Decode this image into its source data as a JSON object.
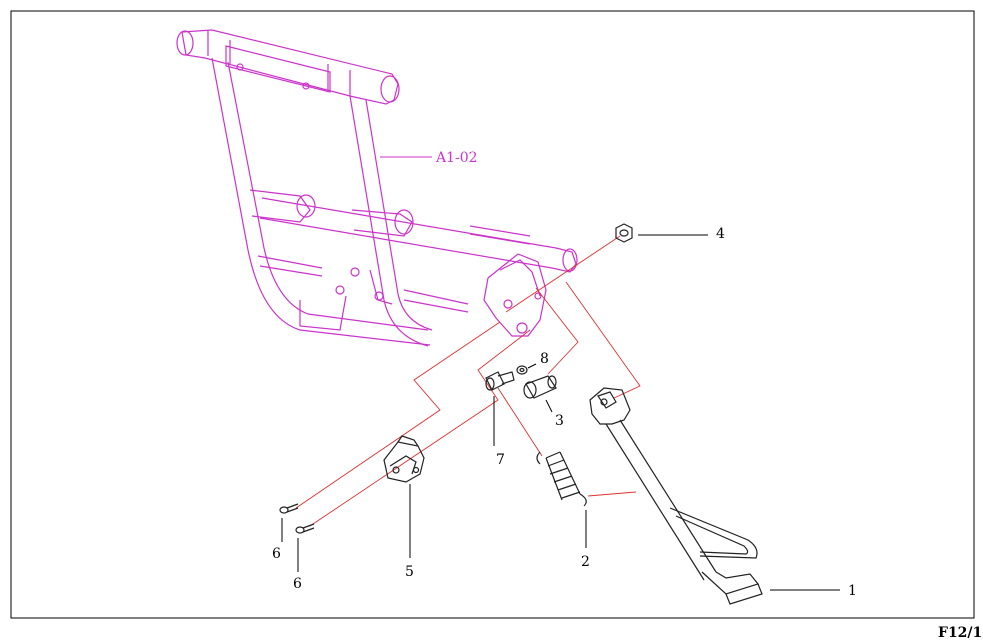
{
  "colors": {
    "frame": "#cc33cc",
    "guide": "#e03030",
    "ink": "#222222",
    "border": "#000000"
  },
  "frame_label": "A1-02",
  "sheet_id": "F12/1",
  "callouts": [
    {
      "id": "4",
      "part": "nut"
    },
    {
      "id": "8",
      "part": "washer"
    },
    {
      "id": "3",
      "part": "pivot-bushing"
    },
    {
      "id": "7",
      "part": "pivot-bolt"
    },
    {
      "id": "2",
      "part": "return-spring"
    },
    {
      "id": "5",
      "part": "stand-switch"
    },
    {
      "id": "6",
      "part": "screw"
    },
    {
      "id": "6",
      "part": "screw"
    },
    {
      "id": "1",
      "part": "side-stand"
    }
  ]
}
